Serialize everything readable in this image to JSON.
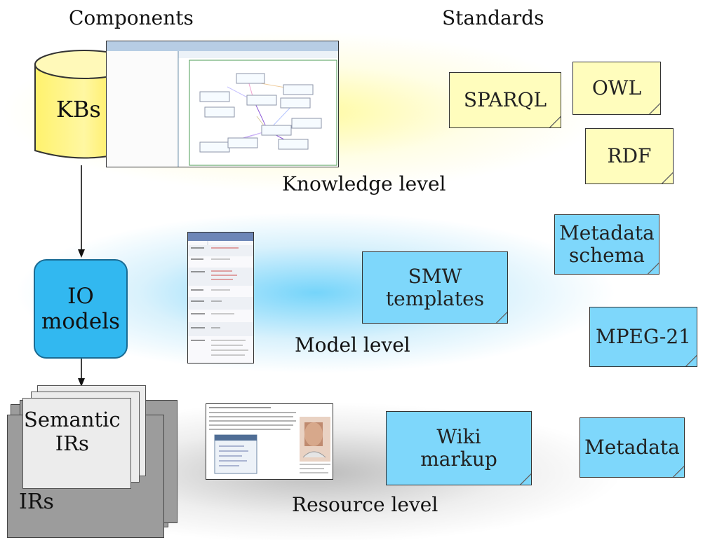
{
  "headers": {
    "components": "Components",
    "standards": "Standards"
  },
  "levels": {
    "knowledge": "Knowledge level",
    "model": "Model level",
    "resource": "Resource level"
  },
  "components": {
    "kbs": "KBs",
    "io_models": "IO\nmodels",
    "semantic_irs": "Semantic\nIRs",
    "irs": "IRs"
  },
  "notes": {
    "sparql": "SPARQL",
    "owl": "OWL",
    "rdf": "RDF",
    "metadata_schema": "Metadata\nschema",
    "smw_templates": "SMW\ntemplates",
    "mpeg21": "MPEG-21",
    "wiki_markup": "Wiki\nmarkup",
    "metadata": "Metadata"
  }
}
